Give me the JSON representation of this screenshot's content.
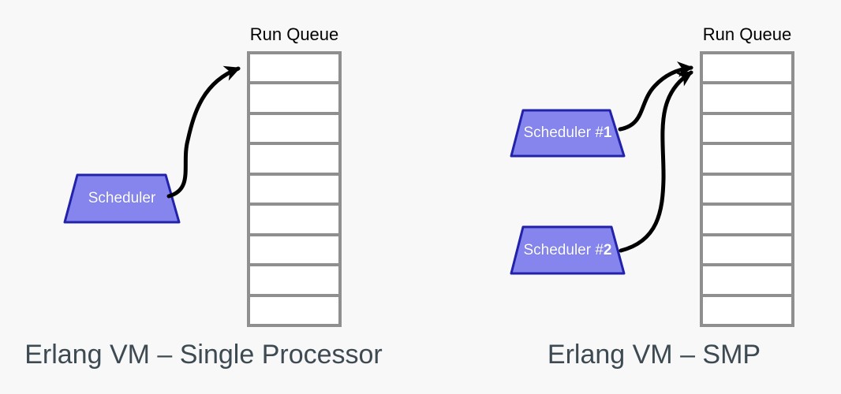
{
  "colors": {
    "background": "#f8f8f8",
    "scheduler_fill": "#8585ed",
    "scheduler_border": "#2222aa",
    "queue_border": "#8f8f8f",
    "queue_cell_fill": "#ffffff",
    "arrow": "#000000",
    "caption_text": "#3d4a52",
    "label_text": "#000000",
    "scheduler_text": "#ffffff"
  },
  "left_panel": {
    "caption": "Erlang VM – Single Processor",
    "run_queue": {
      "label": "Run Queue",
      "cells": 9
    },
    "schedulers": [
      {
        "prefix": "Scheduler",
        "number": ""
      }
    ]
  },
  "right_panel": {
    "caption": "Erlang VM – SMP",
    "run_queue": {
      "label": "Run Queue",
      "cells": 9
    },
    "schedulers": [
      {
        "prefix": "Scheduler #",
        "number": "1"
      },
      {
        "prefix": "Scheduler #",
        "number": "2"
      }
    ]
  }
}
